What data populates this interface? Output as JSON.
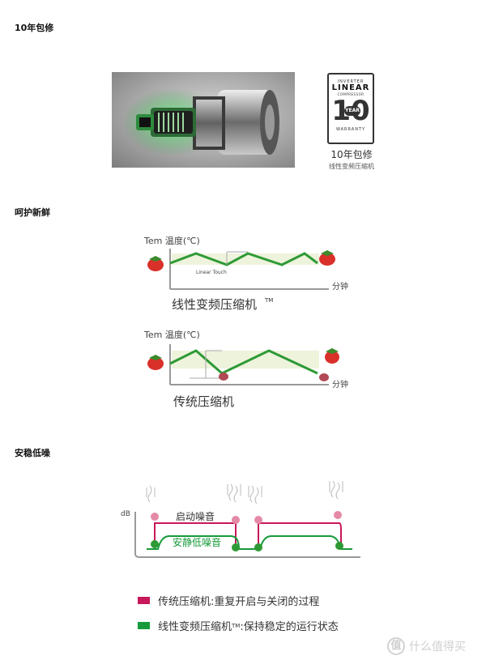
{
  "sections": {
    "warranty": {
      "heading": "10年包修"
    },
    "fresh": {
      "heading": "呵护新鲜"
    },
    "quiet": {
      "heading": "安稳低噪"
    }
  },
  "badge": {
    "line1": "INVERTER",
    "line2": "LINEAR",
    "line3": "COMPRESSOR",
    "number": "10",
    "year": "YEAR",
    "line4": "WARRANTY",
    "caption": "10年包修",
    "subcaption": "线性变频压缩机"
  },
  "temp_chart_linear": {
    "ylabel": "Tem 温度(℃)",
    "xlabel": "分钟",
    "annotation": "Linear Touch",
    "caption": "线性变频压缩机",
    "tm": "TM"
  },
  "temp_chart_traditional": {
    "ylabel": "Tem 温度(℃)",
    "xlabel": "分钟",
    "caption": "传统压缩机"
  },
  "noise_chart": {
    "ylabel": "dB",
    "startup_label": "启动噪音",
    "quiet_label": "安静低噪音"
  },
  "legend": {
    "traditional": {
      "label": "传统压缩机:重复开启与关闭的过程",
      "color": "#c8175a"
    },
    "linear": {
      "label": "线性变频压缩机",
      "tm": "TM",
      "rest": ":保持稳定的运行状态",
      "color": "#179a3a"
    }
  },
  "watermark": {
    "icon": "值",
    "text": "什么值得买"
  }
}
